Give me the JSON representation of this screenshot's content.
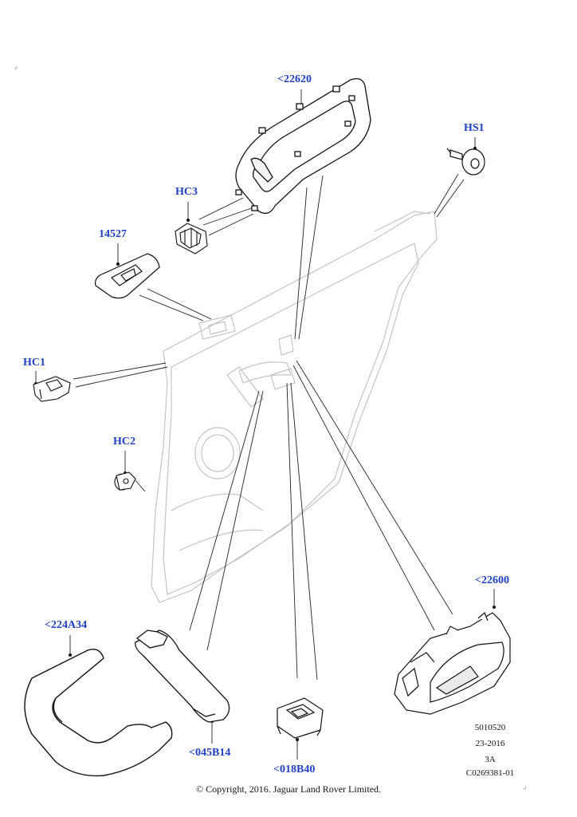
{
  "callouts": {
    "trim_bezel": "<22620",
    "screw": "HS1",
    "clip_hc3": "HC3",
    "switch_blank": "14527",
    "clip_hc1": "HC1",
    "clip_hc2": "HC2",
    "handle_housing": "<22600",
    "grab_handle": "<224A34",
    "pull_handle_cover": "<045B14",
    "window_switch": "<018B40"
  },
  "meta": {
    "line1": "5010520",
    "line2": "23-2016",
    "line3": "3A",
    "line4": "C0269381-01"
  },
  "copyright": "© Copyright, 2016. Jaguar Land Rover Limited."
}
